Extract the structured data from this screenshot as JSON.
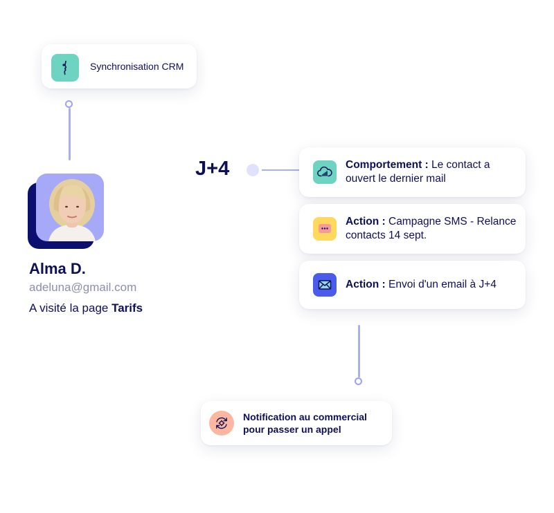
{
  "crm_card": {
    "label": "Synchronisation CRM",
    "icon": "face-profile-icon",
    "icon_bg": "#6fd3c1"
  },
  "contact": {
    "name": "Alma D.",
    "email": "adeluna@gmail.com",
    "visit_prefix": "A visité la page ",
    "visit_page": "Tarifs",
    "avatar_bg": "#a5a9f7",
    "avatar_shadow": "#0b0f6e"
  },
  "delay_label": "J+4",
  "steps": [
    {
      "title": "Comportement :",
      "text": " Le contact a ouvert le dernier mail",
      "icon": "cloud-signal-icon",
      "icon_bg": "#6fd3c1"
    },
    {
      "title": "Action :",
      "text": " Campagne SMS - Relance contacts 14 sept.",
      "icon": "chat-bubble-icon",
      "icon_bg": "#ffd95e"
    },
    {
      "title": "Action :",
      "text": " Envoi d'un email à J+4",
      "icon": "envelope-icon",
      "icon_bg": "#4b5ced"
    }
  ],
  "notification": {
    "label": "Notification au commercial pour passer un appel",
    "icon": "sync-gear-icon",
    "icon_bg": "#fdb7a1"
  },
  "colors": {
    "navy": "#0d0f57",
    "line": "#a9adf2",
    "muted": "#8b8fa8"
  }
}
